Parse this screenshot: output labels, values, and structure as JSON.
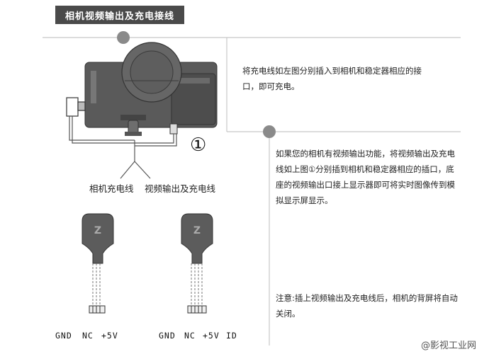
{
  "header": {
    "title": "相机视频输出及充电接线"
  },
  "paragraphs": {
    "p1_line1": "将充电线如左图分别插入到相机和稳定器相应的接",
    "p1_line2": "口，即可充电。",
    "p2_line1": "如果您的相机有视频输出功能，将视频输出及充电",
    "p2_line2": "线如上图①分别插到相机和稳定器相应的插口，底",
    "p2_line3": "座的视频输出口接上显示器即可将实时图像传到模",
    "p2_line4": "拟显示屏显示。",
    "note_line1": "注意:插上视频输出及充电线后，相机的背屏将自动",
    "note_line2": "关闭。"
  },
  "figure": {
    "number_marker": "①",
    "cable_labels": [
      "相机充电线",
      "视频输出及充电线"
    ]
  },
  "connectors": [
    {
      "pins": [
        "GND",
        "NC",
        "+5V"
      ]
    },
    {
      "pins": [
        "GND",
        "NC",
        "+5V",
        "ID"
      ]
    }
  ],
  "watermark": {
    "text": "@影视工业网"
  },
  "colors": {
    "header_bg": "#4a4a4a",
    "dot": "#8a8a8a",
    "line": "#c8c8c8",
    "device": "#5a5a5a"
  }
}
